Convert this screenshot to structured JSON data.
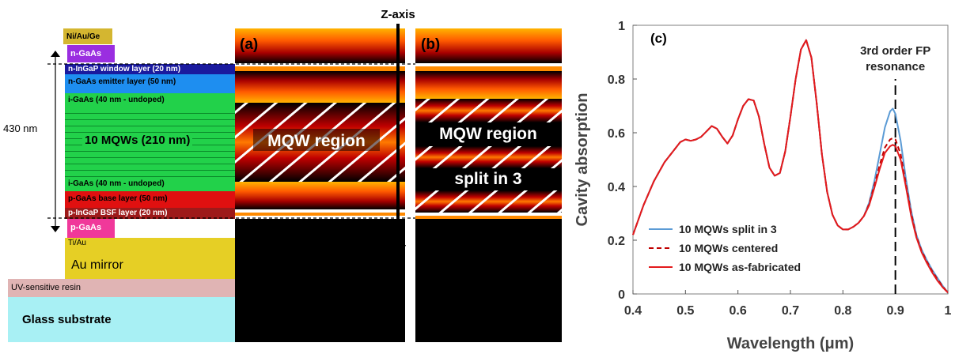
{
  "structure": {
    "layers": [
      {
        "label": "Ni/Au/Ge",
        "color": "#d4b630"
      },
      {
        "label": "n-GaAs",
        "color": "#9a2ee0"
      },
      {
        "label": "n-InGaP window layer (20 nm)",
        "color": "#1a1a9e"
      },
      {
        "label": "n-GaAs emitter layer (50 nm)",
        "color": "#1e8ef0"
      },
      {
        "label": "i-GaAs (40 nm - undoped)",
        "color": "#22d14a"
      },
      {
        "label": "10 MQWs (210 nm)",
        "color": "#22d14a"
      },
      {
        "label": "i-GaAs (40 nm - undoped)",
        "color": "#22d14a"
      },
      {
        "label": "p-GaAs base layer (50 nm)",
        "color": "#e01010"
      },
      {
        "label": "p-InGaP BSF layer (20 nm)",
        "color": "#9e1a1a"
      },
      {
        "label": "p-GaAs",
        "color": "#f0389a"
      },
      {
        "label": "Ti/Au",
        "color": "#e6cf25"
      },
      {
        "label": "Au mirror",
        "color": "#e6cf25"
      },
      {
        "label": "UV-sensitive resin",
        "color": "#e0b4b4"
      },
      {
        "label": "Glass substrate",
        "color": "#a8f0f4"
      }
    ],
    "thickness_label": "430 nm"
  },
  "field_maps": {
    "panel_a_label": "(a)",
    "panel_b_label": "(b)",
    "axis_label": "Z-axis",
    "panel_a_text": "MQW region",
    "panel_b_text1": "MQW region",
    "panel_b_text2": "split in 3"
  },
  "chart_data": {
    "type": "line",
    "panel_label": "(c)",
    "xlabel": "Wavelength (μm)",
    "ylabel": "Cavity absorption",
    "xlim": [
      0.4,
      1.0
    ],
    "ylim": [
      0,
      1
    ],
    "xticks": [
      "0.4",
      "0.5",
      "0.6",
      "0.7",
      "0.8",
      "0.9",
      "1"
    ],
    "yticks": [
      "0",
      "0.2",
      "0.4",
      "0.6",
      "0.8",
      "1"
    ],
    "annotation": "3rd order FP resonance",
    "annotation_lines": [
      "3rd order FP",
      "resonance"
    ],
    "marker_x": 0.9,
    "legend_position": "bottom-left",
    "series": [
      {
        "name": "10 MQWs split in 3",
        "color": "#5b9bd5",
        "style": "solid",
        "points": [
          [
            0.4,
            0.22
          ],
          [
            0.42,
            0.33
          ],
          [
            0.44,
            0.42
          ],
          [
            0.46,
            0.49
          ],
          [
            0.48,
            0.54
          ],
          [
            0.49,
            0.565
          ],
          [
            0.5,
            0.575
          ],
          [
            0.51,
            0.57
          ],
          [
            0.52,
            0.575
          ],
          [
            0.53,
            0.585
          ],
          [
            0.54,
            0.605
          ],
          [
            0.55,
            0.625
          ],
          [
            0.56,
            0.615
          ],
          [
            0.57,
            0.585
          ],
          [
            0.58,
            0.56
          ],
          [
            0.59,
            0.59
          ],
          [
            0.6,
            0.65
          ],
          [
            0.61,
            0.7
          ],
          [
            0.62,
            0.725
          ],
          [
            0.63,
            0.72
          ],
          [
            0.64,
            0.66
          ],
          [
            0.65,
            0.56
          ],
          [
            0.66,
            0.47
          ],
          [
            0.67,
            0.44
          ],
          [
            0.68,
            0.45
          ],
          [
            0.69,
            0.53
          ],
          [
            0.7,
            0.66
          ],
          [
            0.71,
            0.8
          ],
          [
            0.72,
            0.91
          ],
          [
            0.73,
            0.945
          ],
          [
            0.74,
            0.88
          ],
          [
            0.75,
            0.71
          ],
          [
            0.76,
            0.52
          ],
          [
            0.77,
            0.38
          ],
          [
            0.78,
            0.295
          ],
          [
            0.79,
            0.255
          ],
          [
            0.8,
            0.24
          ],
          [
            0.81,
            0.24
          ],
          [
            0.82,
            0.25
          ],
          [
            0.83,
            0.265
          ],
          [
            0.84,
            0.29
          ],
          [
            0.85,
            0.34
          ],
          [
            0.86,
            0.42
          ],
          [
            0.87,
            0.52
          ],
          [
            0.88,
            0.62
          ],
          [
            0.89,
            0.68
          ],
          [
            0.895,
            0.69
          ],
          [
            0.9,
            0.67
          ],
          [
            0.91,
            0.57
          ],
          [
            0.92,
            0.43
          ],
          [
            0.93,
            0.31
          ],
          [
            0.94,
            0.22
          ],
          [
            0.95,
            0.165
          ],
          [
            0.96,
            0.125
          ],
          [
            0.97,
            0.09
          ],
          [
            0.98,
            0.06
          ],
          [
            0.99,
            0.03
          ],
          [
            1.0,
            0.005
          ]
        ]
      },
      {
        "name": "10 MQWs centered",
        "color": "#c00000",
        "style": "dashed",
        "points": [
          [
            0.4,
            0.22
          ],
          [
            0.42,
            0.33
          ],
          [
            0.44,
            0.42
          ],
          [
            0.46,
            0.49
          ],
          [
            0.48,
            0.54
          ],
          [
            0.49,
            0.565
          ],
          [
            0.5,
            0.575
          ],
          [
            0.51,
            0.57
          ],
          [
            0.52,
            0.575
          ],
          [
            0.53,
            0.585
          ],
          [
            0.54,
            0.605
          ],
          [
            0.55,
            0.625
          ],
          [
            0.56,
            0.615
          ],
          [
            0.57,
            0.585
          ],
          [
            0.58,
            0.56
          ],
          [
            0.59,
            0.59
          ],
          [
            0.6,
            0.65
          ],
          [
            0.61,
            0.7
          ],
          [
            0.62,
            0.725
          ],
          [
            0.63,
            0.72
          ],
          [
            0.64,
            0.66
          ],
          [
            0.65,
            0.56
          ],
          [
            0.66,
            0.47
          ],
          [
            0.67,
            0.44
          ],
          [
            0.68,
            0.45
          ],
          [
            0.69,
            0.53
          ],
          [
            0.7,
            0.66
          ],
          [
            0.71,
            0.8
          ],
          [
            0.72,
            0.91
          ],
          [
            0.73,
            0.945
          ],
          [
            0.74,
            0.88
          ],
          [
            0.75,
            0.71
          ],
          [
            0.76,
            0.52
          ],
          [
            0.77,
            0.38
          ],
          [
            0.78,
            0.295
          ],
          [
            0.79,
            0.255
          ],
          [
            0.8,
            0.24
          ],
          [
            0.81,
            0.24
          ],
          [
            0.82,
            0.25
          ],
          [
            0.83,
            0.265
          ],
          [
            0.84,
            0.29
          ],
          [
            0.85,
            0.335
          ],
          [
            0.86,
            0.405
          ],
          [
            0.87,
            0.48
          ],
          [
            0.88,
            0.545
          ],
          [
            0.89,
            0.575
          ],
          [
            0.895,
            0.58
          ],
          [
            0.9,
            0.575
          ],
          [
            0.91,
            0.52
          ],
          [
            0.92,
            0.41
          ],
          [
            0.93,
            0.3
          ],
          [
            0.94,
            0.215
          ],
          [
            0.95,
            0.16
          ],
          [
            0.96,
            0.12
          ],
          [
            0.97,
            0.085
          ],
          [
            0.98,
            0.055
          ],
          [
            0.99,
            0.028
          ],
          [
            1.0,
            0.005
          ]
        ]
      },
      {
        "name": "10 MQWs as-fabricated",
        "color": "#e31a1c",
        "style": "solid",
        "points": [
          [
            0.4,
            0.22
          ],
          [
            0.42,
            0.33
          ],
          [
            0.44,
            0.42
          ],
          [
            0.46,
            0.49
          ],
          [
            0.48,
            0.54
          ],
          [
            0.49,
            0.565
          ],
          [
            0.5,
            0.575
          ],
          [
            0.51,
            0.57
          ],
          [
            0.52,
            0.575
          ],
          [
            0.53,
            0.585
          ],
          [
            0.54,
            0.605
          ],
          [
            0.55,
            0.625
          ],
          [
            0.56,
            0.615
          ],
          [
            0.57,
            0.585
          ],
          [
            0.58,
            0.56
          ],
          [
            0.59,
            0.59
          ],
          [
            0.6,
            0.65
          ],
          [
            0.61,
            0.7
          ],
          [
            0.62,
            0.725
          ],
          [
            0.63,
            0.72
          ],
          [
            0.64,
            0.66
          ],
          [
            0.65,
            0.56
          ],
          [
            0.66,
            0.47
          ],
          [
            0.67,
            0.44
          ],
          [
            0.68,
            0.45
          ],
          [
            0.69,
            0.53
          ],
          [
            0.7,
            0.66
          ],
          [
            0.71,
            0.8
          ],
          [
            0.72,
            0.91
          ],
          [
            0.73,
            0.945
          ],
          [
            0.74,
            0.88
          ],
          [
            0.75,
            0.71
          ],
          [
            0.76,
            0.52
          ],
          [
            0.77,
            0.38
          ],
          [
            0.78,
            0.295
          ],
          [
            0.79,
            0.255
          ],
          [
            0.8,
            0.24
          ],
          [
            0.81,
            0.24
          ],
          [
            0.82,
            0.25
          ],
          [
            0.83,
            0.265
          ],
          [
            0.84,
            0.29
          ],
          [
            0.85,
            0.33
          ],
          [
            0.86,
            0.395
          ],
          [
            0.87,
            0.465
          ],
          [
            0.88,
            0.525
          ],
          [
            0.89,
            0.55
          ],
          [
            0.895,
            0.555
          ],
          [
            0.9,
            0.55
          ],
          [
            0.91,
            0.5
          ],
          [
            0.92,
            0.4
          ],
          [
            0.93,
            0.29
          ],
          [
            0.94,
            0.21
          ],
          [
            0.95,
            0.155
          ],
          [
            0.96,
            0.115
          ],
          [
            0.97,
            0.08
          ],
          [
            0.98,
            0.05
          ],
          [
            0.99,
            0.025
          ],
          [
            1.0,
            0.005
          ]
        ]
      }
    ]
  }
}
